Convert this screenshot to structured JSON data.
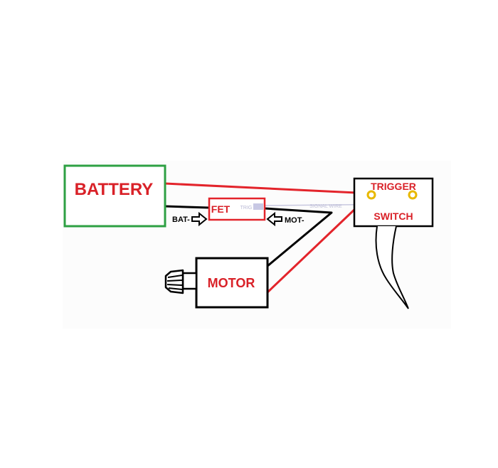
{
  "diagram": {
    "battery": {
      "label": "BATTERY"
    },
    "fet": {
      "label": "FET",
      "trig_label": "TRIG"
    },
    "signal_wire": {
      "label": "SIGNAL WIRE"
    },
    "trigger_switch": {
      "top_label": "TRIGGER",
      "bottom_label": "SWITCH"
    },
    "motor": {
      "label": "MOTOR"
    },
    "bat_neg": {
      "label": "BAT-"
    },
    "mot_neg": {
      "label": "MOT-"
    },
    "colors": {
      "positive_wire": "#e3242b",
      "negative_wire": "#000000",
      "battery_border": "#2ea043",
      "battery_text": "#d92128",
      "fet_border": "#e3242b",
      "signal_wire": "#c8c8e0",
      "terminal": "#e8b800"
    }
  }
}
